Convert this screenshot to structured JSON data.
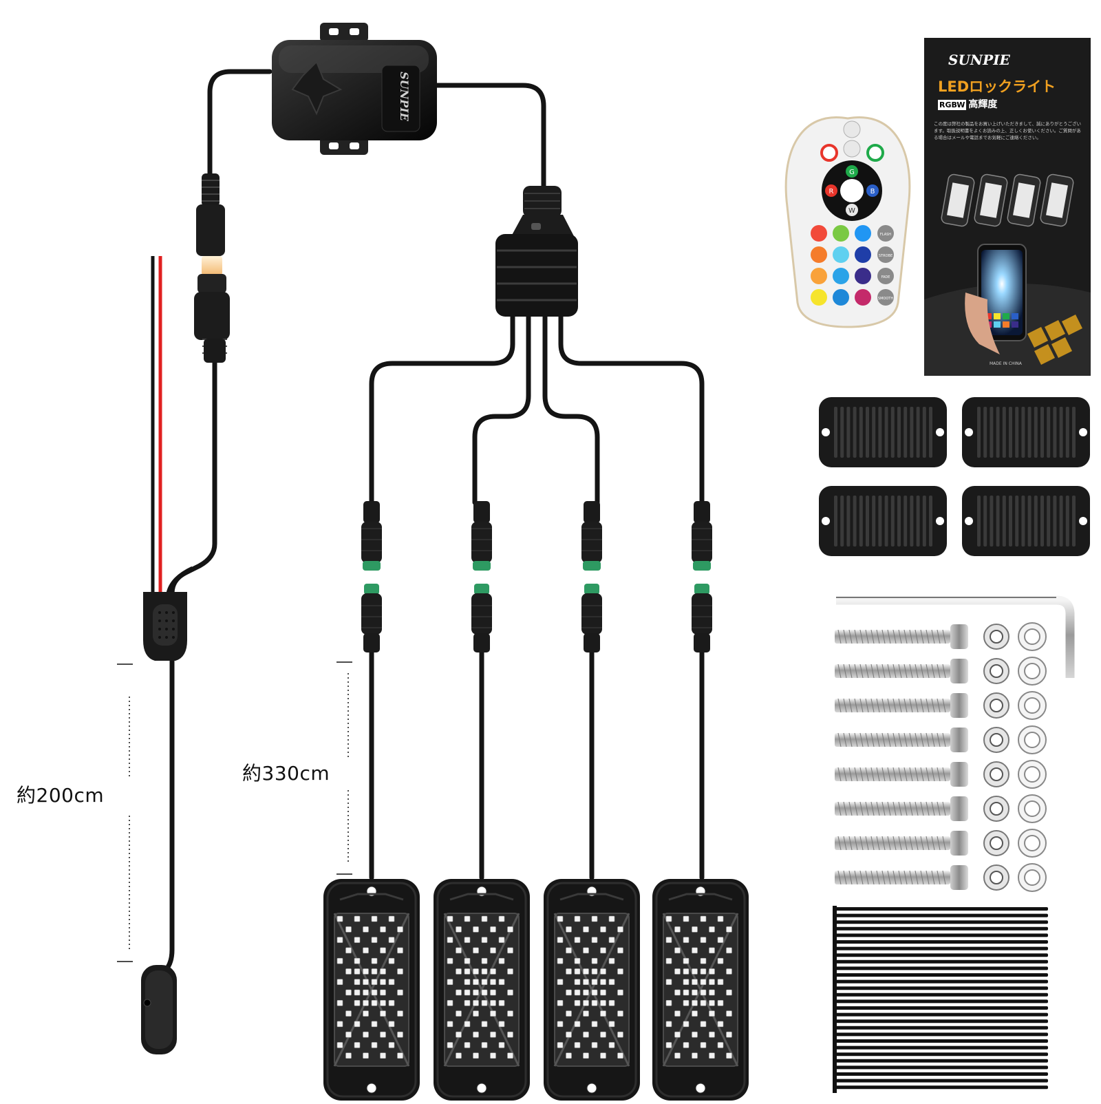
{
  "brand": "SUNPIE",
  "labels": {
    "power_cable_length": "約200cm",
    "light_cable_length": "約330cm"
  },
  "controller": {
    "logo": "SUNPIE"
  },
  "remote": {
    "buttons": [
      "G",
      "R",
      "B",
      "W"
    ],
    "mode_buttons": [
      "FLASH",
      "STROBE",
      "FADE",
      "SMOOTH"
    ],
    "colors": {
      "red": "#e8352b",
      "green": "#1faa4a",
      "blue": "#2a5fc8",
      "white": "#ffffff",
      "grid": [
        [
          "#f24a3a",
          "#7ac943",
          "#2196f3"
        ],
        [
          "#f57c2b",
          "#5fd0f0",
          "#1f3ea8"
        ],
        [
          "#f9a23a",
          "#2ba3e8",
          "#3a2d8a"
        ],
        [
          "#f6e42c",
          "#1e88d8",
          "#c42a6a"
        ]
      ]
    }
  },
  "manual": {
    "brand": "SUNPIE",
    "title": "LEDロックライト",
    "subtitle_badge": "RGBW",
    "subtitle": "高輝度",
    "intro": "この度は弊社の製品をお買い上げいただきまして、誠にありがとうございます。取扱説明書をよくお読みの上、正しくお使いください。ご質問がある場合はメールや電話までお気軽にご連絡ください。",
    "made_in": "MADE IN CHINA"
  },
  "kit": {
    "pods": 4,
    "brackets": 4,
    "bolts": 8,
    "nuts": 8,
    "washers": 8,
    "zip_ties": 28,
    "hex_keys": 1
  },
  "colors": {
    "cable": "#141414",
    "red_wire": "#e02020",
    "connector_green": "#2e9a62",
    "background": "#ffffff"
  }
}
